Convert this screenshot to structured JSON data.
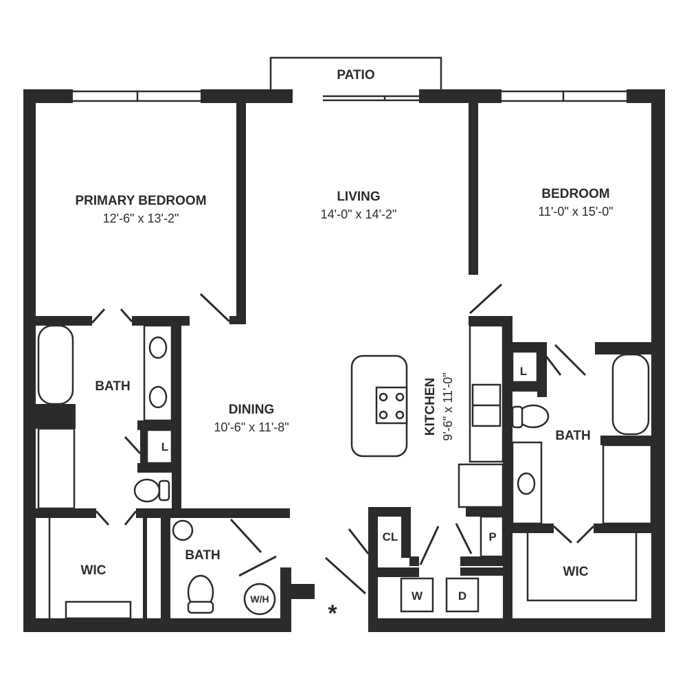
{
  "rooms": {
    "patio": "PATIO",
    "living": {
      "name": "LIVING",
      "dims": "14'-0\" x 14'-2\""
    },
    "primary_bedroom": {
      "name": "PRIMARY BEDROOM",
      "dims": "12'-6\" x 13'-2\""
    },
    "bedroom": {
      "name": "BEDROOM",
      "dims": "11'-0\" x 15'-0\""
    },
    "dining": {
      "name": "DINING",
      "dims": "10'-6\" x 11'-8\""
    },
    "kitchen": {
      "name": "KITCHEN",
      "dims": "9'-6\" x 11'-0\""
    },
    "bath_primary": "BATH",
    "bath_hall": "BATH",
    "bath_bedroom": "BATH",
    "wic_left": "WIC",
    "wic_right": "WIC"
  },
  "fixtures": {
    "linen_left": "L",
    "linen_right": "L",
    "closet": "CL",
    "pantry": "P",
    "washer": "W",
    "dryer": "D",
    "water_heater": "W/H",
    "entry_mark": "*"
  }
}
